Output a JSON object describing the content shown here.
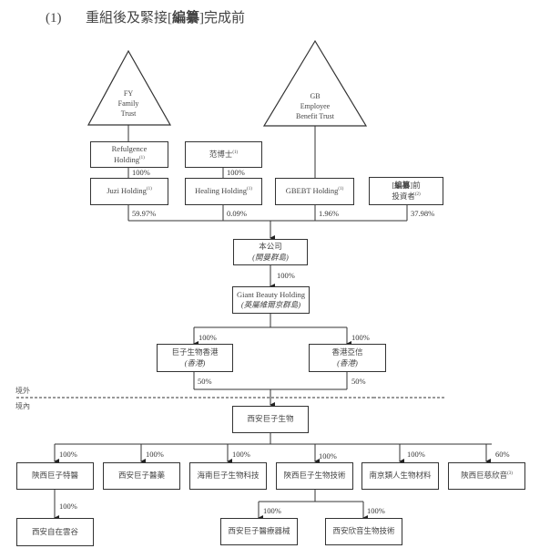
{
  "title": {
    "number": "(1)",
    "text_prefix": "重組後及緊接[",
    "text_bold": "編纂",
    "text_suffix": "]完成前"
  },
  "trusts": {
    "fy": [
      "FY",
      "Family",
      "Trust"
    ],
    "gb": [
      "GB",
      "Employee",
      "Benefit Trust"
    ]
  },
  "entities": {
    "refulgence": {
      "line1": "Refulgence",
      "line2": "Holding",
      "note": "(1)"
    },
    "fan": {
      "name": "范博士",
      "note": "(1)"
    },
    "juzi": {
      "name": "Juzi Holding",
      "note": "(1)"
    },
    "healing": {
      "name": "Healing Holding",
      "note": "(1)"
    },
    "gbebt": {
      "name": "GBEBT Holding",
      "note": "(1)"
    },
    "preipo": {
      "line1_prefix": "[",
      "line1_bold": "編纂",
      "line1_suffix": "]前",
      "line2": "投資者",
      "note": "(2)"
    },
    "company": {
      "name": "本公司",
      "jurisdiction": "(開曼群島)"
    },
    "giant_beauty": {
      "name": "Giant Beauty Holding",
      "jurisdiction": "(英屬維爾京群島)"
    },
    "juzi_hk": {
      "name": "巨子生物香港",
      "jurisdiction": "(香港)"
    },
    "hk_yaxin": {
      "name": "香港亞信",
      "jurisdiction": "(香港)"
    },
    "xian_juzi": {
      "name": "西安巨子生物"
    },
    "sx_teyi": {
      "name": "陝西巨子特醫"
    },
    "xa_yiyao": {
      "name": "西安巨子醫藥"
    },
    "hn_keji": {
      "name": "海南巨子生物科技"
    },
    "sx_jishu": {
      "name": "陝西巨子生物技術"
    },
    "nj_cailiao": {
      "name": "南京類人生物材料"
    },
    "sx_xinyin": {
      "name": "陝西巨慈欣音",
      "note": "(3)"
    },
    "xa_yungu": {
      "name": "西安自在雲谷"
    },
    "xa_qixie": {
      "name": "西安巨子醫療器械"
    },
    "xa_xinyin_jishu": {
      "name": "西安欣音生物技術"
    }
  },
  "percentages": {
    "refulgence_to_juzi": "100%",
    "fan_to_healing": "100%",
    "juzi_to_company": "59.97%",
    "healing_to_company": "0.09%",
    "gbebt_to_company": "1.96%",
    "preipo_to_company": "37.98%",
    "company_to_giant": "100%",
    "giant_to_juzihk": "100%",
    "giant_to_hkyaxin": "100%",
    "juzihk_to_xian": "50%",
    "hkyaxin_to_xian": "50%",
    "xian_to_teyi": "100%",
    "xian_to_yiyao": "100%",
    "xian_to_keji": "100%",
    "xian_to_jishu": "100%",
    "xian_to_cailiao": "100%",
    "xian_to_xinyin": "60%",
    "teyi_to_yungu": "100%",
    "jishu_to_qixie": "100%",
    "jishu_to_xinyinjishu": "100%"
  },
  "zones": {
    "offshore": "境外",
    "onshore": "境內"
  }
}
